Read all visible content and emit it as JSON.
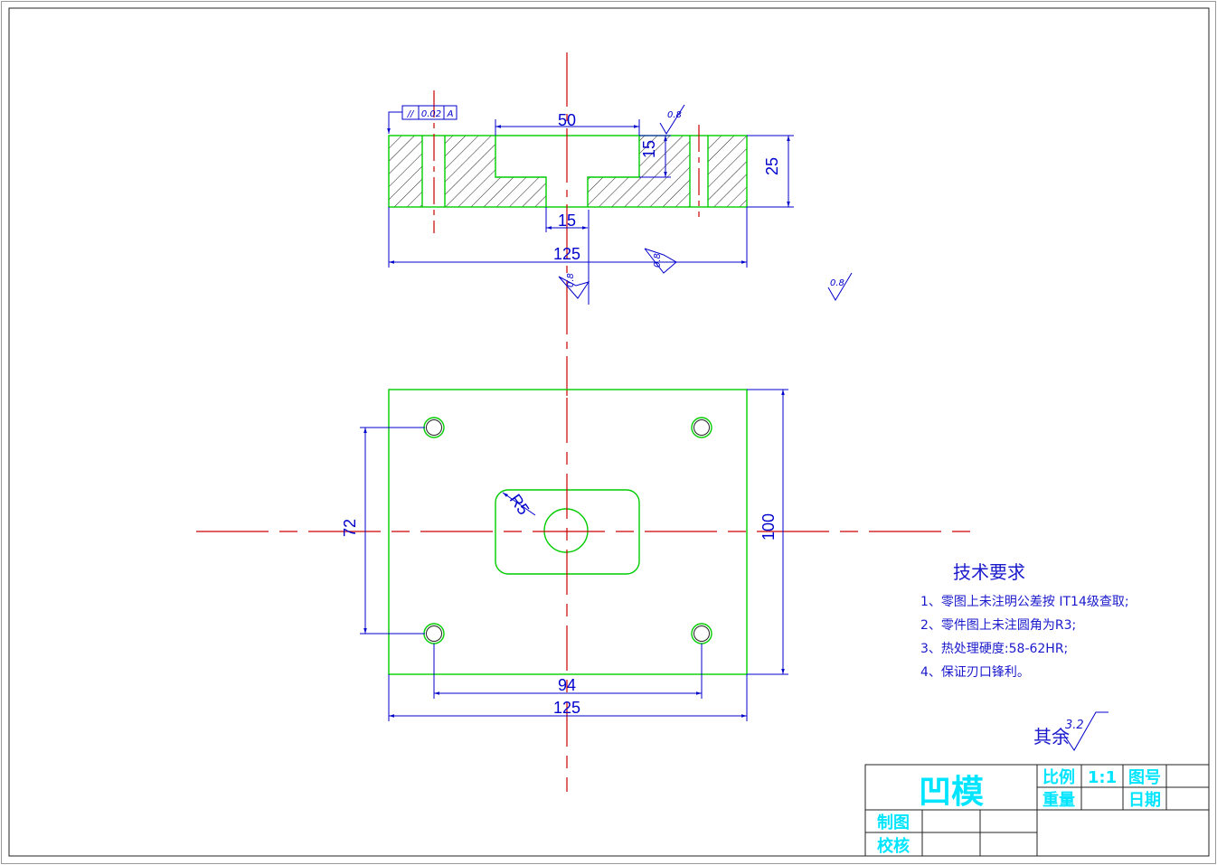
{
  "dimensions": {
    "top_width": "50",
    "top_depth": "15",
    "slot_width": "15",
    "overall_length": "125",
    "thickness": "25",
    "hole_spacing_y": "72",
    "hole_spacing_x": "94",
    "overall_length_bottom": "125",
    "overall_height": "100",
    "fillet_radius": "R5"
  },
  "tolerance_frame": {
    "symbol": "//",
    "value": "0.02",
    "datum": "A"
  },
  "roughness": {
    "local": "0.8",
    "other_label": "其余",
    "other_value": "3.2"
  },
  "tech_requirements": {
    "title": "技术要求",
    "items": [
      "1、零图上未注明公差按 IT14级查取;",
      "2、零件图上未注圆角为R3;",
      "3、热处理硬度:58-62HR;",
      "4、保证刃口锋利。"
    ]
  },
  "title_block": {
    "part_name": "凹模",
    "scale_label": "比例",
    "scale_value": "1:1",
    "drawing_no_label": "图号",
    "weight_label": "重量",
    "date_label": "日期",
    "drawn_label": "制图",
    "checked_label": "校核"
  },
  "colors": {
    "outline": "#00cc00",
    "dimension": "#0000cc",
    "centerline": "#cc0000",
    "title_text": "#00e5ff"
  }
}
